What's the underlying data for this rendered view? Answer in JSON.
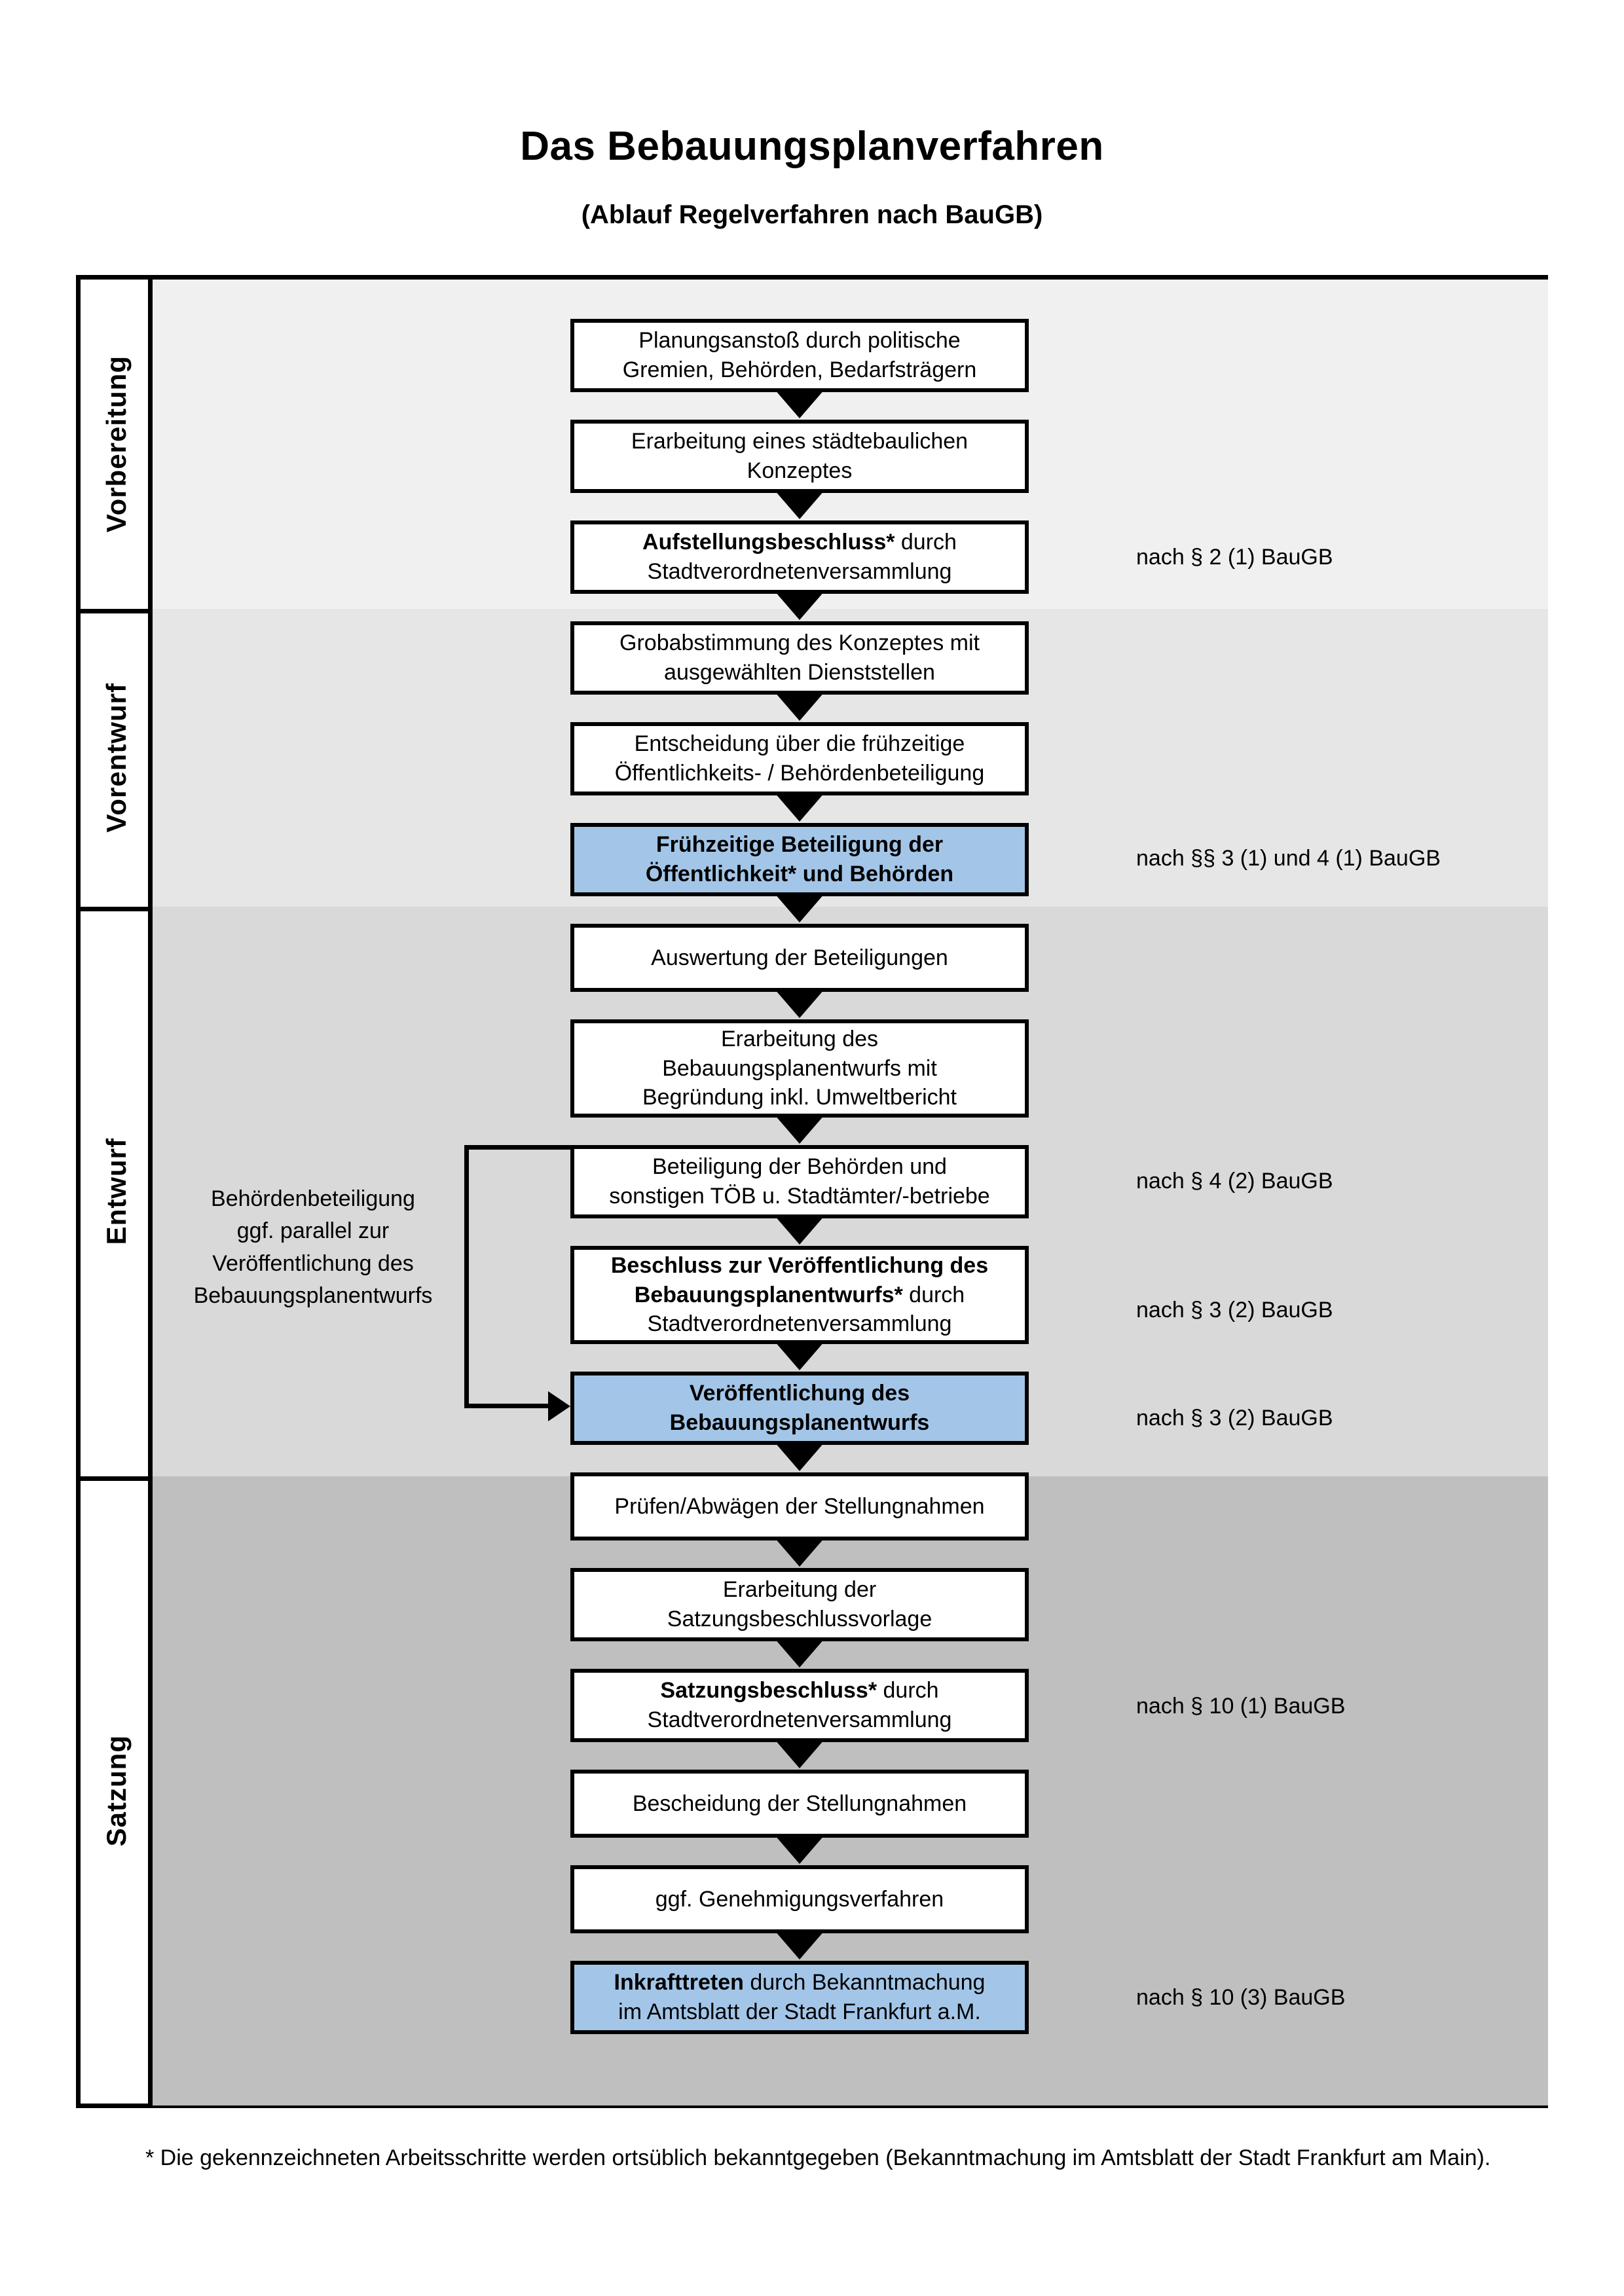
{
  "header": {
    "title": "Das Bebauungsplanverfahren",
    "subtitle": "(Ablauf Regelverfahren nach BauGB)"
  },
  "colors": {
    "highlight_blue": "#A3C6E8",
    "band_vorbereitung": "#F0F0F0",
    "band_vorentwurf": "#E6E6E6",
    "band_entwurf": "#D9D9D9",
    "band_satzung": "#BFBFBF",
    "border": "#000000"
  },
  "phases": [
    {
      "label": "Vorbereitung",
      "background": "#F0F0F0"
    },
    {
      "label": "Vorentwurf",
      "background": "#E6E6E6"
    },
    {
      "label": "Entwurf",
      "background": "#D9D9D9"
    },
    {
      "label": "Satzung",
      "background": "#BFBFBF"
    }
  ],
  "steps": [
    {
      "id": "planungsanstoss",
      "phase": "Vorbereitung",
      "highlight": false,
      "lines": [
        {
          "text": "Planungsanstoß durch politische",
          "bold": false
        },
        {
          "text": "Gremien, Behörden, Bedarfsträgern",
          "bold": false
        }
      ]
    },
    {
      "id": "konzept",
      "phase": "Vorbereitung",
      "highlight": false,
      "lines": [
        {
          "text": "Erarbeitung eines städtebaulichen",
          "bold": false
        },
        {
          "text": "Konzeptes",
          "bold": false
        }
      ]
    },
    {
      "id": "aufstellungsbeschluss",
      "phase": "Vorbereitung",
      "highlight": false,
      "lines": [
        {
          "text": "Aufstellungsbeschluss*",
          "bold": true
        },
        {
          "text": " durch",
          "bold": false
        },
        {
          "text": "Stadtverordnetenversammlung",
          "bold": false
        }
      ]
    },
    {
      "id": "grobabstimmung",
      "phase": "Vorentwurf",
      "highlight": false,
      "lines": [
        {
          "text": "Grobabstimmung des Konzeptes mit",
          "bold": false
        },
        {
          "text": "ausgewählten Dienststellen",
          "bold": false
        }
      ]
    },
    {
      "id": "entscheidung-fruehzeitig",
      "phase": "Vorentwurf",
      "highlight": false,
      "lines": [
        {
          "text": "Entscheidung über die frühzeitige",
          "bold": false
        },
        {
          "text": "Öffentlichkeits- / Behördenbeteiligung",
          "bold": false
        }
      ]
    },
    {
      "id": "fruehzeitige-beteiligung",
      "phase": "Vorentwurf",
      "highlight": true,
      "lines": [
        {
          "text": "Frühzeitige Beteiligung der",
          "bold": true
        },
        {
          "text": "Öffentlichkeit* und Behörden",
          "bold": true
        }
      ]
    },
    {
      "id": "auswertung",
      "phase": "Entwurf",
      "highlight": false,
      "lines": [
        {
          "text": "Auswertung der Beteiligungen",
          "bold": false
        }
      ]
    },
    {
      "id": "erarbeitung-entwurf",
      "phase": "Entwurf",
      "highlight": false,
      "lines": [
        {
          "text": "Erarbeitung des",
          "bold": false
        },
        {
          "text": "Bebauungsplanentwurfs mit",
          "bold": false
        },
        {
          "text": "Begründung inkl. Umweltbericht",
          "bold": false
        }
      ]
    },
    {
      "id": "beteiligung-behoerden",
      "phase": "Entwurf",
      "highlight": false,
      "lines": [
        {
          "text": "Beteiligung der Behörden und",
          "bold": false
        },
        {
          "text": "sonstigen TÖB u. Stadtämter/-betriebe",
          "bold": false
        }
      ]
    },
    {
      "id": "beschluss-veroeffentlichung",
      "phase": "Entwurf",
      "highlight": false,
      "lines": [
        {
          "text": "Beschluss zur Veröffentlichung des",
          "bold": true
        },
        {
          "text": "Bebauungsplanentwurfs*",
          "bold": true
        },
        {
          "text": " durch",
          "bold": false
        },
        {
          "text": "Stadtverordnetenversammlung",
          "bold": false
        }
      ]
    },
    {
      "id": "veroeffentlichung",
      "phase": "Entwurf",
      "highlight": true,
      "lines": [
        {
          "text": "Veröffentlichung des",
          "bold": true
        },
        {
          "text": "Bebauungsplanentwurfs",
          "bold": true
        }
      ]
    },
    {
      "id": "pruefen-abwaegen",
      "phase": "Satzung",
      "highlight": false,
      "lines": [
        {
          "text": "Prüfen/Abwägen der Stellungnahmen",
          "bold": false
        }
      ]
    },
    {
      "id": "satzungsbeschlussvorlage",
      "phase": "Satzung",
      "highlight": false,
      "lines": [
        {
          "text": "Erarbeitung der",
          "bold": false
        },
        {
          "text": "Satzungsbeschlussvorlage",
          "bold": false
        }
      ]
    },
    {
      "id": "satzungsbeschluss",
      "phase": "Satzung",
      "highlight": false,
      "lines": [
        {
          "text": "Satzungsbeschluss*",
          "bold": true
        },
        {
          "text": " durch",
          "bold": false
        },
        {
          "text": "Stadtverordnetenversammlung",
          "bold": false
        }
      ]
    },
    {
      "id": "bescheidung",
      "phase": "Satzung",
      "highlight": false,
      "lines": [
        {
          "text": "Bescheidung der Stellungnahmen",
          "bold": false
        }
      ]
    },
    {
      "id": "genehmigungsverfahren",
      "phase": "Satzung",
      "highlight": false,
      "lines": [
        {
          "text": "ggf. Genehmigungsverfahren",
          "bold": false
        }
      ]
    },
    {
      "id": "inkrafttreten",
      "phase": "Satzung",
      "highlight": true,
      "lines": [
        {
          "text": "Inkrafttreten",
          "bold": true
        },
        {
          "text": " durch Bekanntmachung",
          "bold": false
        },
        {
          "text": "im Amtsblatt der Stadt Frankfurt a.M.",
          "bold": false
        }
      ]
    }
  ],
  "boxes": {
    "planungsanstoss_l1": "Planungsanstoß durch politische",
    "planungsanstoss_l2": "Gremien, Behörden, Bedarfsträgern",
    "konzept_l1": "Erarbeitung eines städtebaulichen",
    "konzept_l2": "Konzeptes",
    "aufstellung_bold": "Aufstellungsbeschluss*",
    "aufstellung_rest": " durch",
    "aufstellung_l2": "Stadtverordnetenversammlung",
    "grobabstimmung_l1": "Grobabstimmung des Konzeptes mit",
    "grobabstimmung_l2": "ausgewählten Dienststellen",
    "entscheidung_l1": "Entscheidung über die frühzeitige",
    "entscheidung_l2": "Öffentlichkeits- / Behördenbeteiligung",
    "fruehzeitig_l1": "Frühzeitige Beteiligung der",
    "fruehzeitig_l2": "Öffentlichkeit* und Behörden",
    "auswertung_l1": "Auswertung der Beteiligungen",
    "erarbeitung_l1": "Erarbeitung des",
    "erarbeitung_l2": "Bebauungsplanentwurfs mit",
    "erarbeitung_l3": "Begründung inkl. Umweltbericht",
    "behoerden_l1": "Beteiligung der Behörden und",
    "behoerden_l2": "sonstigen TÖB u. Stadtämter/-betriebe",
    "beschluss_l1": "Beschluss zur Veröffentlichung des",
    "beschluss_l2_bold": "Bebauungsplanentwurfs*",
    "beschluss_l2_rest": " durch",
    "beschluss_l3": "Stadtverordnetenversammlung",
    "veroeff_l1": "Veröffentlichung des",
    "veroeff_l2": "Bebauungsplanentwurfs",
    "pruefen_l1": "Prüfen/Abwägen der Stellungnahmen",
    "satzungsvorlage_l1": "Erarbeitung der",
    "satzungsvorlage_l2": "Satzungsbeschlussvorlage",
    "satzungsbeschluss_bold": "Satzungsbeschluss*",
    "satzungsbeschluss_rest": " durch",
    "satzungsbeschluss_l2": "Stadtverordnetenversammlung",
    "bescheidung_l1": "Bescheidung der Stellungnahmen",
    "genehmigung_l1": "ggf. Genehmigungsverfahren",
    "inkraft_bold": "Inkrafttreten",
    "inkraft_rest": " durch Bekanntmachung",
    "inkraft_l2": "im Amtsblatt der Stadt Frankfurt a.M."
  },
  "annotations": [
    {
      "id": "annot-par2-1",
      "text": "nach § 2 (1) BauGB",
      "refers_to": "aufstellungsbeschluss"
    },
    {
      "id": "annot-par3-4",
      "text": "nach §§ 3 (1) und 4 (1) BauGB",
      "refers_to": "fruehzeitige-beteiligung"
    },
    {
      "id": "annot-par4-2",
      "text": "nach § 4 (2) BauGB",
      "refers_to": "beteiligung-behoerden"
    },
    {
      "id": "annot-par3-2a",
      "text": "nach § 3 (2) BauGB",
      "refers_to": "beschluss-veroeffentlichung"
    },
    {
      "id": "annot-par3-2b",
      "text": "nach § 3 (2) BauGB",
      "refers_to": "veroeffentlichung"
    },
    {
      "id": "annot-par10-1",
      "text": "nach § 10 (1) BauGB",
      "refers_to": "satzungsbeschluss"
    },
    {
      "id": "annot-par10-3",
      "text": "nach § 10 (3) BauGB",
      "refers_to": "inkrafttreten"
    }
  ],
  "side_note": {
    "line1": "Behördenbeteiligung",
    "line2": "ggf. parallel zur",
    "line3": "Veröffentlichung des",
    "line4": "Bebauungsplanentwurfs"
  },
  "footnote": {
    "text": "* Die gekennzeichneten Arbeitsschritte werden ortsüblich bekanntgegeben (Bekanntmachung im Amtsblatt  der Stadt Frankfurt am Main)."
  }
}
